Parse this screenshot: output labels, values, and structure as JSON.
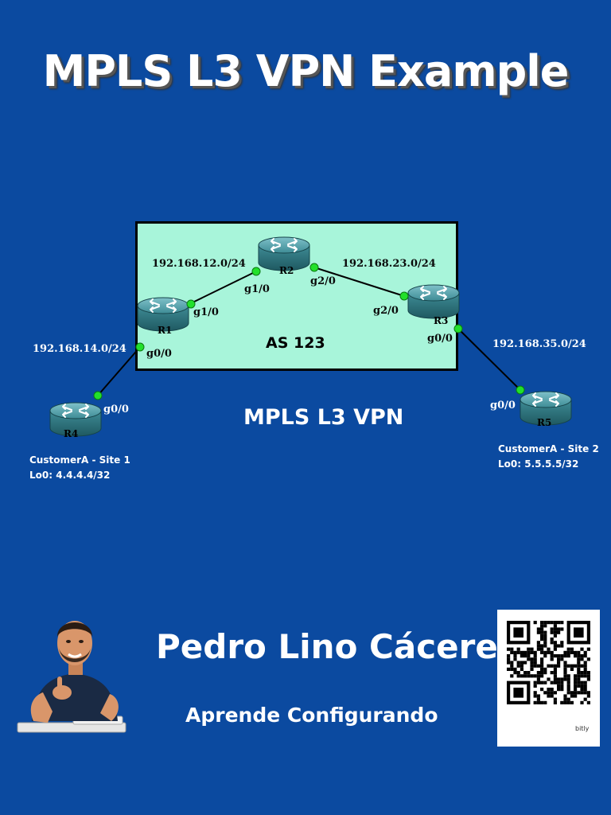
{
  "title": "MPLS L3 VPN Example",
  "colors": {
    "background": "#0b4aa0",
    "as_area": "#a8f5da",
    "interface_dot": "#22e02b",
    "router_body": "#3e8c96"
  },
  "as_label": "AS 123",
  "vpn_label": "MPLS L3 VPN",
  "routers": {
    "r1": "R1",
    "r2": "R2",
    "r3": "R3",
    "r4": "R4",
    "r5": "R5"
  },
  "links": {
    "r1_r2": {
      "network": "192.168.12.0/24",
      "r1_if": "g1/0",
      "r2_if": "g1/0"
    },
    "r2_r3": {
      "network": "192.168.23.0/24",
      "r2_if": "g2/0",
      "r3_if": "g2/0"
    },
    "r1_r4": {
      "network": "192.168.14.0/24",
      "r1_if": "g0/0",
      "r4_if": "g0/0"
    },
    "r3_r5": {
      "network": "192.168.35.0/24",
      "r3_if": "g0/0",
      "r5_if": "g0/0"
    }
  },
  "customers": {
    "site1": {
      "name": "CustomerA - Site 1",
      "loopback": "Lo0: 4.4.4.4/32"
    },
    "site2": {
      "name": "CustomerA - Site 2",
      "loopback": "Lo0: 5.5.5.5/32"
    }
  },
  "author": "Pedro Lino Cáceres",
  "tagline": "Aprende Configurando",
  "qr_caption": "bitly"
}
